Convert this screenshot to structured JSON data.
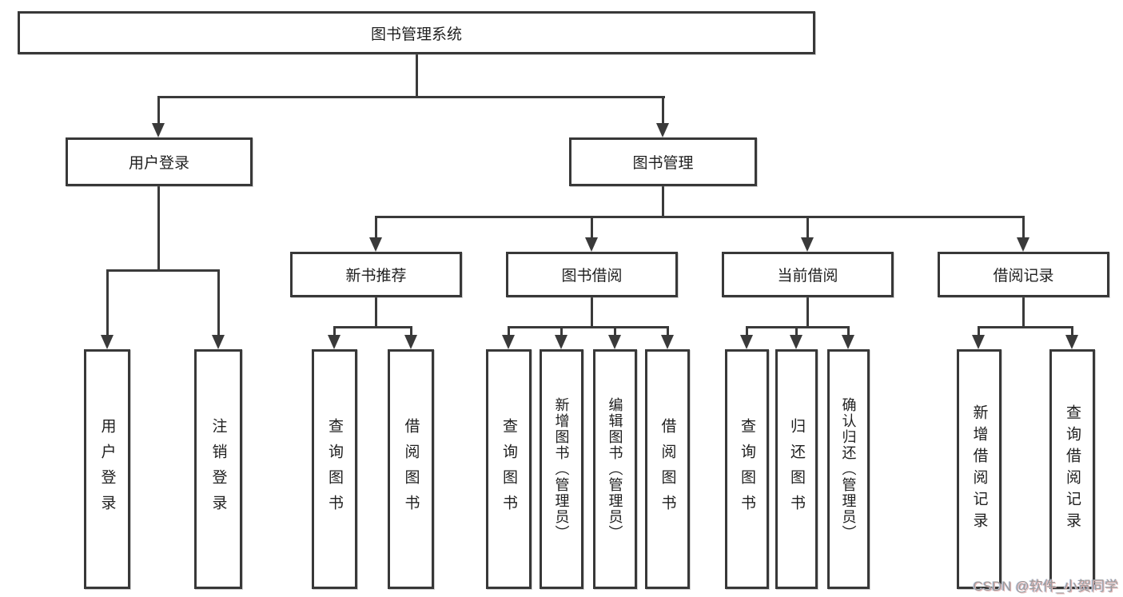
{
  "diagram": {
    "root": {
      "label": "图书管理系统"
    },
    "level2": [
      {
        "label": "用户登录"
      },
      {
        "label": "图书管理"
      }
    ],
    "level3": [
      {
        "label": "新书推荐"
      },
      {
        "label": "图书借阅"
      },
      {
        "label": "当前借阅"
      },
      {
        "label": "借阅记录"
      }
    ],
    "leaves": {
      "user_login": "用户登录",
      "logout": "注销登录",
      "rec_query_book": "查询图书",
      "rec_borrow_book": "借阅图书",
      "bb_query_book": "查询图书",
      "bb_add_book": "新增图书（管理员）",
      "bb_edit_book": "编辑图书（管理员）",
      "bb_borrow_book": "借阅图书",
      "cb_query_book": "查询图书",
      "cb_return_book": "归还图书",
      "cb_confirm_return": "确认归还（管理员）",
      "br_add_record": "新增借阅记录",
      "br_query_record": "查询借阅记录"
    },
    "watermark": "CSDN @软件_小贺同学",
    "colors": {
      "line": "#3a3a3a",
      "box_border": "#383838",
      "text": "#1f1f1f",
      "watermark": "#9b9b9b",
      "background": "#ffffff"
    }
  }
}
